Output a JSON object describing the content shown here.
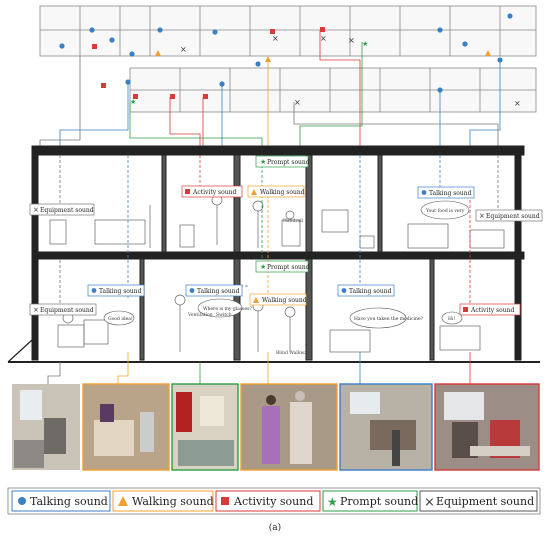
{
  "legend": {
    "talking": "Talking sound",
    "walking": "Walking sound",
    "activity": "Activity sound",
    "prompt": "Prompt sound",
    "equipment": "Equipment sound"
  },
  "callouts": {
    "prompt_upper": "Prompt sound",
    "activity_upper": "Activity sound",
    "walking_upper": "Walking sound",
    "talking_upper": "Talking sound",
    "equipment_upper_left": "Equipment sound",
    "equipment_upper_right": "Equipment sound",
    "prompt_lower": "Prompt sound",
    "talking_lower_a": "Talking sound",
    "talking_lower_b": "Talking sound",
    "talking_lower_c": "Talking sound",
    "walking_lower": "Walking sound",
    "equipment_lower": "Equipment sound",
    "activity_lower": "Activity sound"
  },
  "bubbles": {
    "b1": "Good idea!",
    "b2": "Where is my glasses?",
    "b3": "Have you taken the medicine?",
    "b4": "Your food is very",
    "b5": "Hi!"
  },
  "annotations": {
    "handrail": "Handrail",
    "ventilation": "Ventilation",
    "switch": "Switch",
    "blind_walkway": "Blind Walkway"
  },
  "caption": "(a)",
  "colors": {
    "talking": "#3b7fc4",
    "walking": "#f0a030",
    "activity": "#d83a3a",
    "prompt": "#2e9e48",
    "equipment": "#333333"
  }
}
